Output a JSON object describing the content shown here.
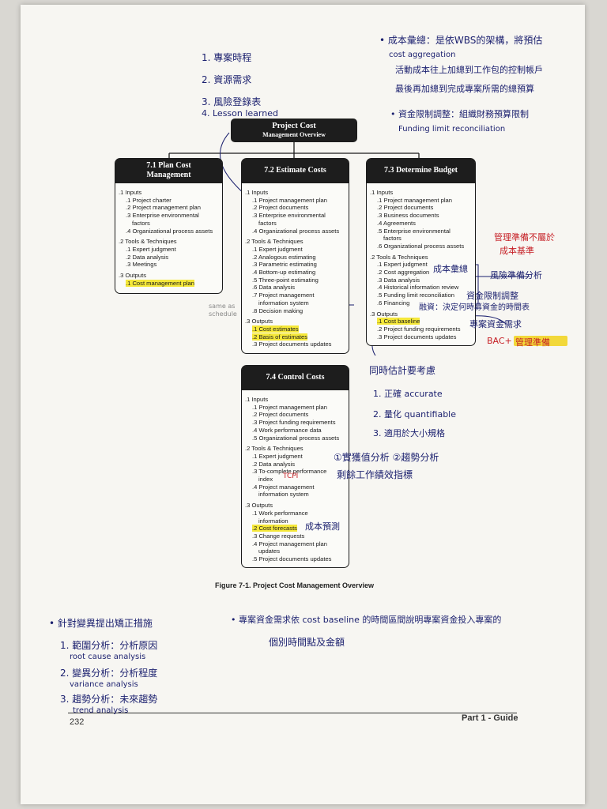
{
  "diagram": {
    "title": "Project Cost",
    "subtitle": "Management Overview",
    "caption": "Figure 7-1. Project Cost Management Overview",
    "page_number": "232",
    "part_label": "Part 1 - Guide",
    "boxes": {
      "plan": {
        "title": "7.1 Plan Cost",
        "title2": "Management",
        "inputs_h": ".1 Inputs",
        "inputs": [
          ".1 Project charter",
          ".2 Project management plan",
          ".3 Enterprise environmental",
          "    factors",
          ".4 Organizational process assets"
        ],
        "tools_h": ".2 Tools & Techniques",
        "tools": [
          ".1 Expert judgment",
          ".2 Data analysis",
          ".3 Meetings"
        ],
        "outputs_h": ".3 Outputs",
        "outputs": [
          ".1 Cost management plan"
        ]
      },
      "estimate": {
        "title": "7.2 Estimate Costs",
        "inputs_h": ".1 Inputs",
        "inputs": [
          ".1 Project management plan",
          ".2 Project documents",
          ".3 Enterprise environmental",
          "    factors",
          ".4 Organizational process assets"
        ],
        "tools_h": ".2 Tools & Techniques",
        "tools": [
          ".1 Expert judgment",
          ".2 Analogous estimating",
          ".3 Parametric estimating",
          ".4 Bottom-up estimating",
          ".5 Three-point estimating",
          ".6 Data analysis",
          ".7 Project management",
          "    information system",
          ".8 Decision making"
        ],
        "outputs_h": ".3 Outputs",
        "outputs": [
          ".1 Cost estimates",
          ".2 Basis of estimates",
          ".3 Project documents updates"
        ]
      },
      "budget": {
        "title": "7.3 Determine Budget",
        "inputs_h": ".1 Inputs",
        "inputs": [
          ".1 Project management plan",
          ".2 Project documents",
          ".3 Business documents",
          ".4 Agreements",
          ".5 Enterprise environmental",
          "    factors",
          ".6 Organizational process assets"
        ],
        "tools_h": ".2 Tools & Techniques",
        "tools": [
          ".1 Expert judgment",
          ".2 Cost aggregation",
          ".3 Data analysis",
          ".4 Historical information review",
          ".5 Funding limit reconciliation",
          ".6 Financing"
        ],
        "outputs_h": ".3 Outputs",
        "outputs": [
          ".1 Cost baseline",
          ".2 Project funding requirements",
          ".3 Project documents updates"
        ]
      },
      "control": {
        "title": "7.4 Control Costs",
        "inputs_h": ".1 Inputs",
        "inputs": [
          ".1 Project management plan",
          ".2 Project documents",
          ".3 Project funding requirements",
          ".4 Work performance data",
          ".5 Organizational process assets"
        ],
        "tools_h": ".2 Tools & Techniques",
        "tools": [
          ".1 Expert judgment",
          ".2 Data analysis",
          ".3 To-complete performance",
          "    index",
          ".4 Project management",
          "    information system"
        ],
        "outputs_h": ".3 Outputs",
        "outputs": [
          ".1 Work performance",
          "    information",
          ".2 Cost forecasts",
          ".3 Change requests",
          ".4 Project management plan",
          "    updates",
          ".5 Project documents updates"
        ]
      }
    }
  },
  "handwriting": {
    "top_left": [
      "1. 專案時程",
      "2. 資源需求",
      "3. 風險登錄表",
      "4. Lesson learned"
    ],
    "top_right": [
      "• 成本彙總：是依WBS的架構，將預估",
      "cost aggregation",
      "活動成本往上加總到工作包的控制帳戶",
      "最後再加總到完成專案所需的總預算",
      "• 資金限制調整：組織財務預算限制",
      "Funding limit reconciliation"
    ],
    "same_as_schedule": "same as schedule",
    "reserve_note": [
      "管理準備不屬於",
      "成本基準"
    ],
    "reserve_analysis": "風險準備分析",
    "cost_agg_note": "成本彙總",
    "funding_note": [
      "資金限制調整",
      "融資：決定何時募資金的時間表"
    ],
    "funding_req": "專案資金需求",
    "bac_note": "BAC+",
    "bac_note2": "管理準備",
    "estimate_char": "同時估計要考慮",
    "estimate_list": [
      "1. 正確 accurate",
      "2. 量化 quantifiable",
      "3. 適用於大小規格"
    ],
    "control_note": [
      "①實獲值分析 ②趨勢分析",
      "剩餘工作績效指標"
    ],
    "tcpi": "TCPI",
    "forecast_note": "成本預測",
    "bottom_left": [
      "• 針對變異提出矯正措施",
      "1. 範圍分析：分析原因",
      "root cause analysis",
      "2. 變異分析：分析程度",
      "variance analysis",
      "3. 趨勢分析：未來趨勢",
      "trend analysis"
    ],
    "bottom_mid": [
      "• 專案資金需求依 cost baseline 的時間區間說明專案資金投入專案的",
      "個別時間點及金額"
    ]
  }
}
